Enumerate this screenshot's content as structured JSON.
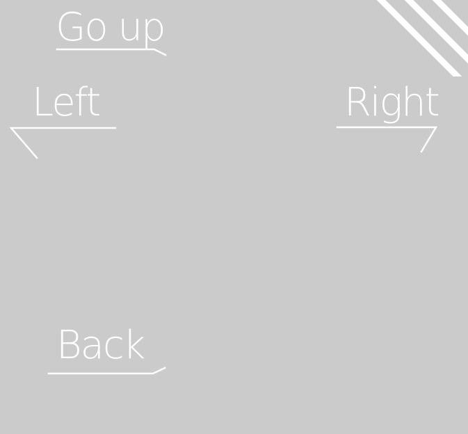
{
  "nav": {
    "up_label": "Go up",
    "left_label": "Left",
    "right_label": "Right",
    "back_label": "Back"
  },
  "colors": {
    "background": "#cbcbcb",
    "foreground": "#ffffff"
  },
  "icons": {
    "corner": "diagonal-stripes-icon"
  }
}
